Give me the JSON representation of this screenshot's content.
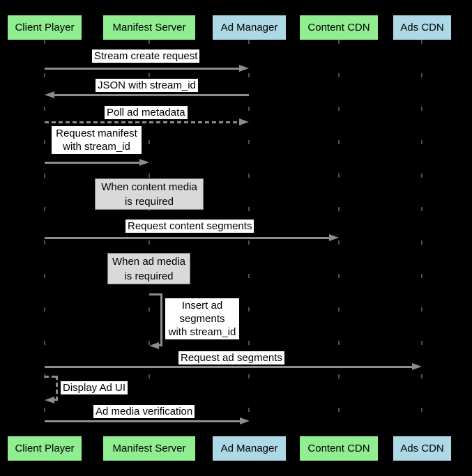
{
  "colors": {
    "background": "#000000",
    "actor_green": "#90EE90",
    "actor_blue": "#ADD8E6",
    "arrow_gray": "#8c8c8c",
    "note_fill": "#d9d9d9",
    "note_border": "#848484",
    "label_bg": "#ffffff",
    "label_text": "#000000"
  },
  "actors": [
    {
      "id": "client-player",
      "label": "Client Player",
      "color": "#90EE90"
    },
    {
      "id": "manifest-server",
      "label": "Manifest Server",
      "color": "#90EE90"
    },
    {
      "id": "ad-manager",
      "label": "Ad Manager",
      "color": "#ADD8E6"
    },
    {
      "id": "content-cdn",
      "label": "Content CDN",
      "color": "#90EE90"
    },
    {
      "id": "ads-cdn",
      "label": "Ads CDN",
      "color": "#ADD8E6"
    }
  ],
  "messages": [
    {
      "label": "Stream create request",
      "from": "Client Player",
      "to": "Ad Manager",
      "line": "solid"
    },
    {
      "label": "JSON with stream_id",
      "from": "Ad Manager",
      "to": "Client Player",
      "line": "solid"
    },
    {
      "label": "Poll ad metadata",
      "from": "Client Player",
      "to": "Ad Manager",
      "line": "dashed"
    },
    {
      "label_lines": [
        "Request manifest",
        "with stream_id"
      ],
      "from": "Client Player",
      "to": "Manifest Server",
      "line": "solid"
    },
    {
      "label": "Request content segments",
      "from": "Client Player",
      "to": "Content CDN",
      "line": "solid"
    },
    {
      "label_lines": [
        "Insert ad",
        "segments",
        "with stream_id"
      ],
      "from": "Manifest Server",
      "to": "Manifest Server",
      "line": "solid",
      "self_loop": true
    },
    {
      "label": "Request ad segments",
      "from": "Client Player",
      "to": "Ads CDN",
      "line": "solid"
    },
    {
      "label": "Display Ad UI",
      "from": "Client Player",
      "to": "Client Player",
      "line": "dashed",
      "self_loop": true
    },
    {
      "label": "Ad media verification",
      "from": "Client Player",
      "to": "Ad Manager",
      "line": "solid"
    }
  ],
  "notes": [
    {
      "lines": [
        "When content media",
        "is required"
      ]
    },
    {
      "lines": [
        "When ad media",
        "is required"
      ]
    }
  ]
}
